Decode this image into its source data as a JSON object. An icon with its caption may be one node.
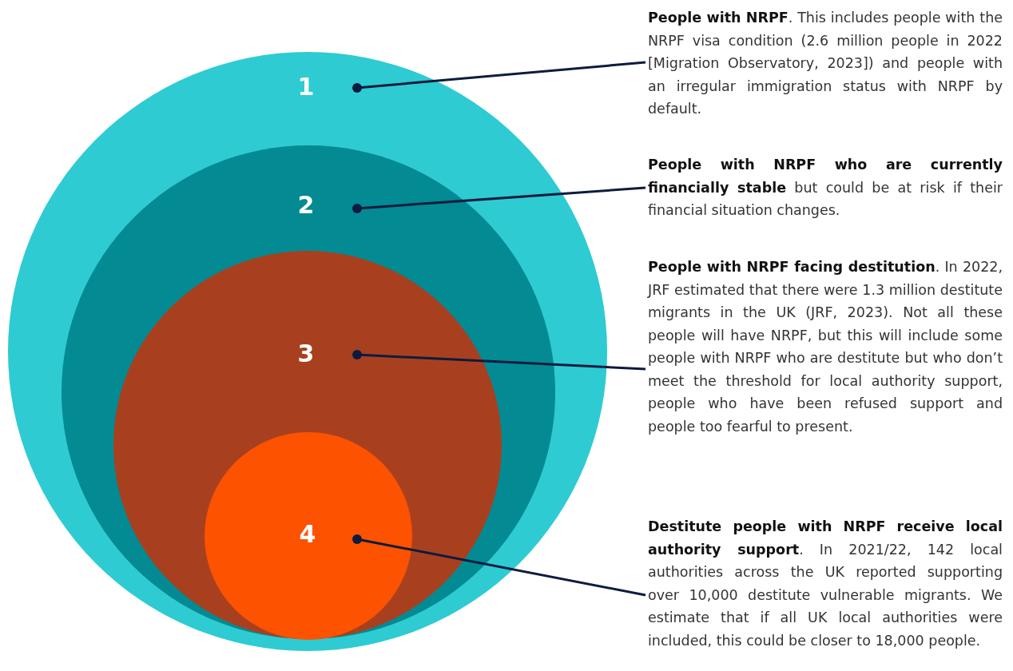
{
  "diagram": {
    "nodes": [
      {
        "text": [
          "1"
        ]
      },
      {
        "text": [
          "2"
        ],
        "in": 0
      },
      {
        "text": [
          "3"
        ],
        "in": 1
      },
      {
        "text": [
          "4"
        ],
        "in": 2
      },
      {
        "text": [
          "**People with NRPF**. This includes people with the NRPF visa condition (2.6 million people in 2022 [Migration Observatory, 2023]) and people with an irregular immigration status with NRPF by default."
        ]
      },
      {
        "text": [
          "**People with NRPF who are currently financially stable** but could be at risk if their financial situation changes."
        ]
      },
      {
        "text": [
          "**People with NRPF facing destitution**. In 2022, JRF estimated that there were 1.3 million destitute migrants in the UK (JRF, 2023). Not all these people will have NRPF, but this will include some people with NRPF who are destitute but who don’t meet the threshold for local authority support, people who have been refused support and people too fearful to present."
        ]
      },
      {
        "text": [
          "**Destitute people with NRPF receive local authority support**. In 2021/22, 142 local authorities across the UK reported supporting over 10,000 destitute vulnerable migrants. We estimate that if all UK local authorities were included, this could be closer to 18,000 people."
        ]
      }
    ],
    "edges": [
      {
        "from": 4,
        "to": 0,
        "arrow": "other"
      },
      {
        "from": 5,
        "to": 1,
        "arrow": "other"
      },
      {
        "from": 6,
        "to": 2,
        "arrow": "other"
      },
      {
        "from": 7,
        "to": 3,
        "arrow": "other"
      }
    ]
  }
}
